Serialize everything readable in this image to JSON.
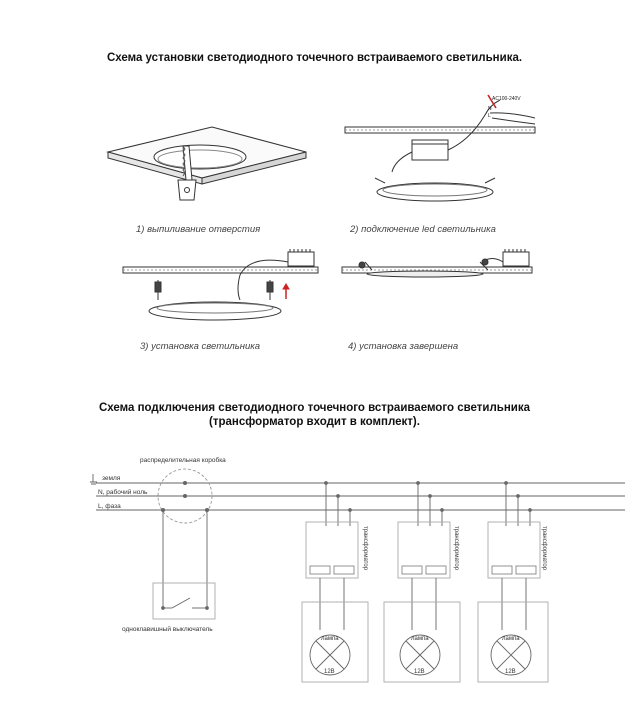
{
  "installation": {
    "title": "Схема установки светодиодного точечного встраиваемого светильника.",
    "steps": [
      {
        "caption": "1) выпиливание отверстия"
      },
      {
        "caption": "2) подключение led светильника",
        "voltage_label": "AC100-240V",
        "n_label": "N",
        "l_label": "L"
      },
      {
        "caption": "3) установка светильника"
      },
      {
        "caption": "4) установка завершена"
      }
    ]
  },
  "wiring": {
    "title_line1": "Схема подключения светодиодного точечного встраиваемого светильника",
    "title_line2": "(трансформатор входит в комплект).",
    "junction_box_label": "распределительная коробка",
    "ground_label": "земля",
    "neutral_label": "N, рабочий ноль",
    "phase_label": "L, фаза",
    "switch_label": "одноклавишный выключатель",
    "transformer_label": "трансформатор",
    "lamp_label": "лампа",
    "lamp_voltage": "12В",
    "fixtures": [
      {
        "lamp": "лампа",
        "voltage": "12В"
      },
      {
        "lamp": "лампа",
        "voltage": "12В"
      },
      {
        "lamp": "лампа",
        "voltage": "12В"
      }
    ]
  }
}
